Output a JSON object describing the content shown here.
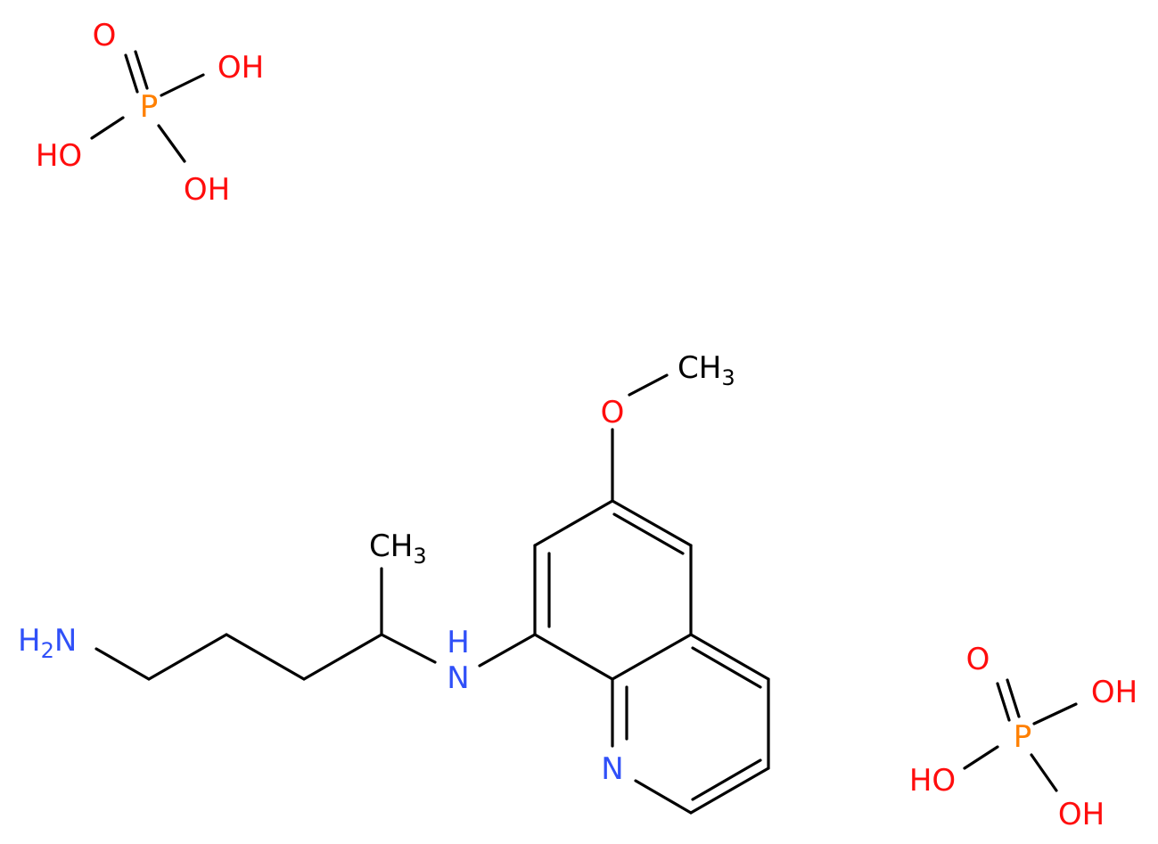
{
  "colors": {
    "bond": "#000000",
    "oxygen": "#ff0d0d",
    "nitrogen": "#3050f8",
    "phosphorus": "#ff8000",
    "carbon": "#000000"
  },
  "phosphate_1": {
    "p": "P",
    "o_double": "O",
    "oh_right": "OH",
    "oh_left": "HO",
    "oh_bottom": "OH"
  },
  "phosphate_2": {
    "p": "P",
    "o_double": "O",
    "oh_right": "OH",
    "oh_left": "HO",
    "oh_bottom": "OH"
  },
  "primaquine": {
    "methoxy_o": "O",
    "methoxy_ch": "CH",
    "methoxy_sub": "3",
    "methyl_ch": "CH",
    "methyl_sub": "3",
    "amine_nh": "H",
    "amine_n": "N",
    "amine_h": "H",
    "amine_h_sub": "2",
    "ring_n": "N"
  }
}
